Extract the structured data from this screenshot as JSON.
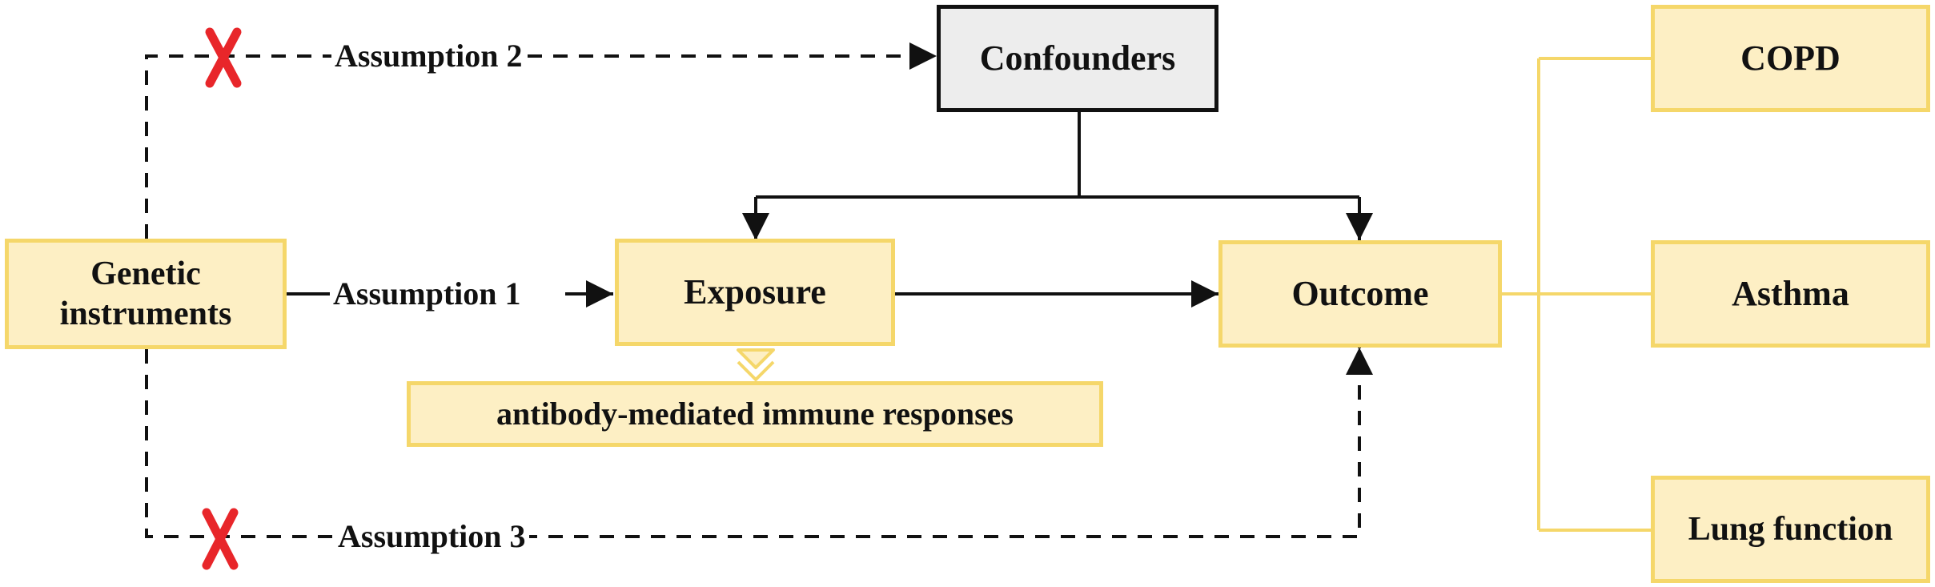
{
  "nodes": {
    "genetic_instruments": "Genetic instruments",
    "exposure": "Exposure",
    "outcome": "Outcome",
    "confounders": "Confounders",
    "exposure_detail": "antibody-mediated immune responses",
    "outcomes": [
      "COPD",
      "Asthma",
      "Lung function"
    ]
  },
  "assumptions": {
    "a1": "Assumption 1",
    "a2": "Assumption 2",
    "a3": "Assumption 3"
  },
  "colors": {
    "box_fill": "#fdefc4",
    "box_border": "#f5d76a",
    "confounder_fill": "#ededed",
    "line": "#111111",
    "violation_mark": "#e8262a"
  },
  "icons": {
    "violation": "red-x-icon",
    "arrow": "arrowhead-icon"
  }
}
